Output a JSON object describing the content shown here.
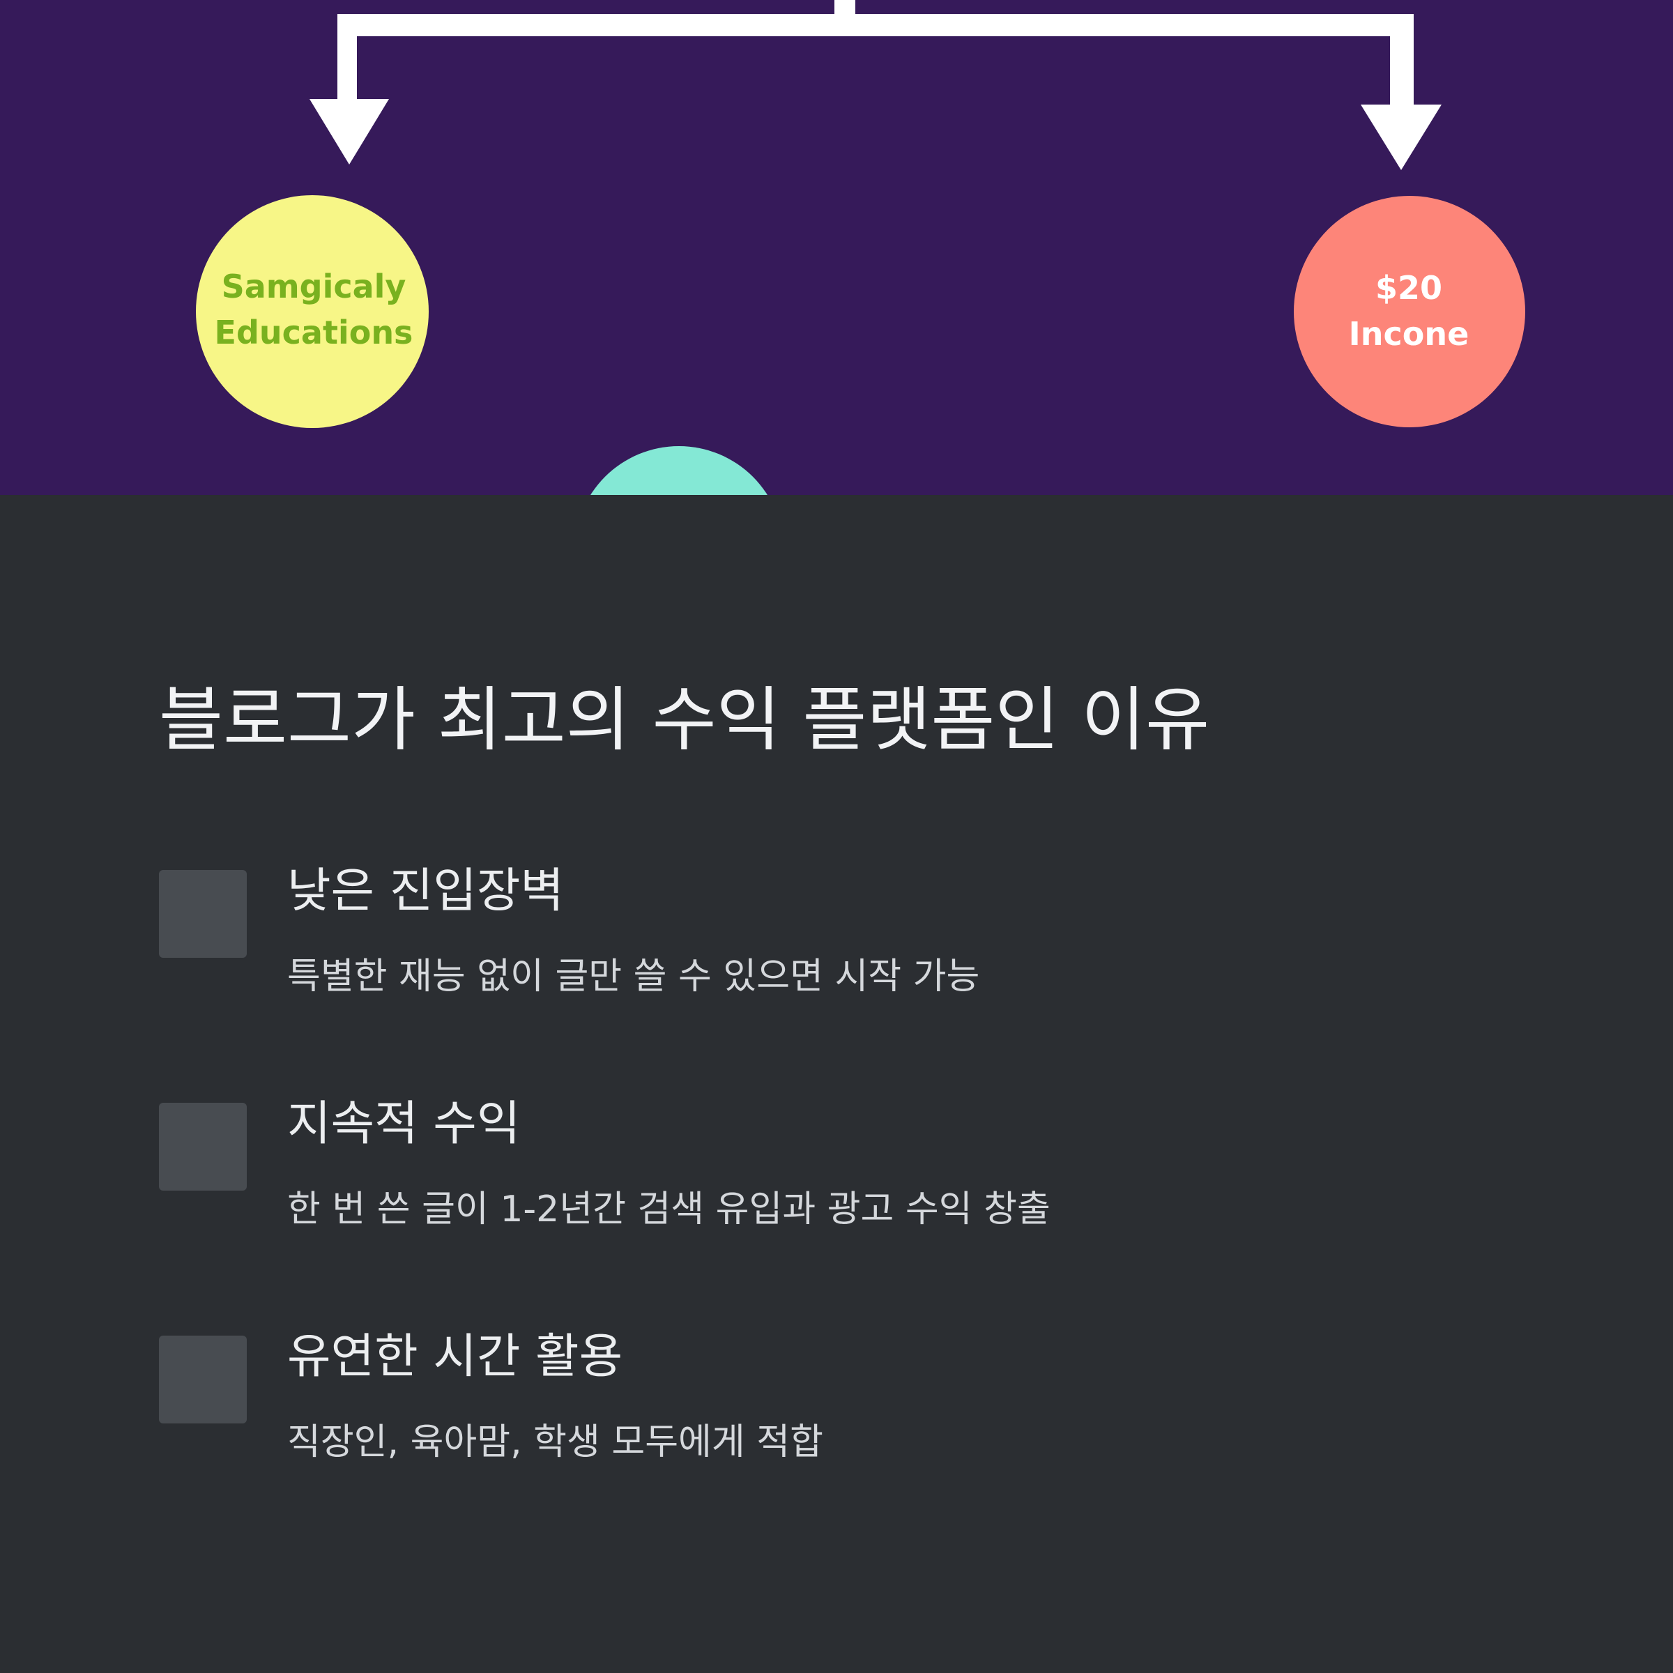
{
  "diagram": {
    "nodes": [
      {
        "id": "education",
        "lines": [
          "Samgicaly",
          "Educations"
        ],
        "fill": "#f7f687",
        "text_color": "#79b11f"
      },
      {
        "id": "income",
        "lines": [
          "$20",
          "Incone"
        ],
        "fill": "#fd8579",
        "text_color": "#ffffff"
      },
      {
        "id": "bottom",
        "fill": "#84e8d5"
      }
    ],
    "colors": {
      "background": "#361a5a",
      "arrow": "#ffffff"
    }
  },
  "section": {
    "title": "블로그가 최고의 수익 플랫폼인 이유",
    "items": [
      {
        "title": "낮은 진입장벽",
        "description": "특별한 재능 없이 글만 쓸 수 있으면 시작 가능"
      },
      {
        "title": "지속적 수익",
        "description": "한 번 쓴 글이 1-2년간 검색 유입과 광고 수익 창출"
      },
      {
        "title": "유연한 시간 활용",
        "description": "직장인, 육아맘, 학생 모두에게 적합"
      }
    ]
  },
  "colors": {
    "page_background": "#2b2e32",
    "item_box": "#484c51"
  }
}
